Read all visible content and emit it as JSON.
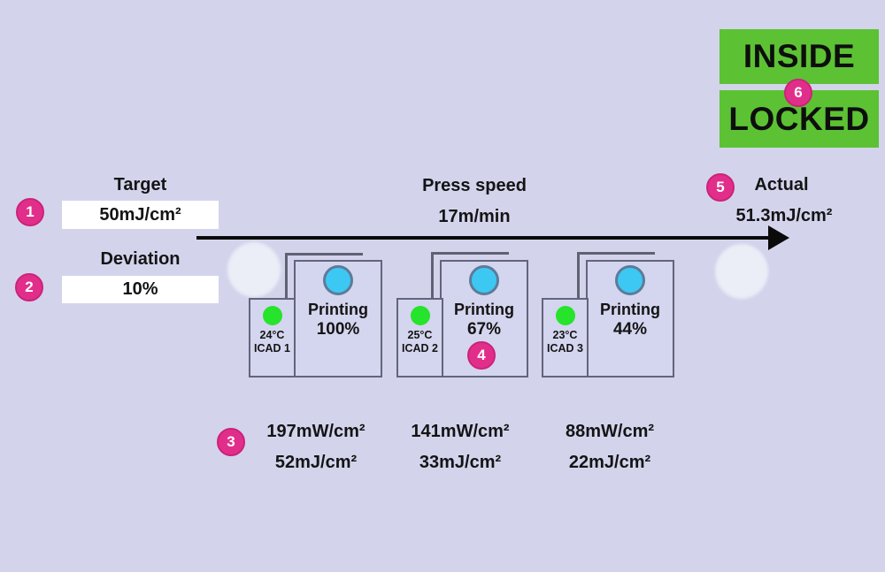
{
  "colors": {
    "background": "#d3d4ec",
    "callout_pink": "#e22e8b",
    "status_green": "#5cc234",
    "lamp_cyan": "#3cc8f2",
    "led_green": "#26e32b"
  },
  "callouts": {
    "c1": "1",
    "c2": "2",
    "c3": "3",
    "c4": "4",
    "c5": "5",
    "c6": "6"
  },
  "target": {
    "label": "Target",
    "value": "50mJ/cm²"
  },
  "deviation": {
    "label": "Deviation",
    "value": "10%"
  },
  "press_speed": {
    "label": "Press speed",
    "value": "17m/min"
  },
  "actual": {
    "label": "Actual",
    "value": "51.3mJ/cm²"
  },
  "status": {
    "top": "INSIDE",
    "bottom": "LOCKED"
  },
  "units": [
    {
      "printing_label": "Printing",
      "percent": "100%",
      "temp": "24°C",
      "name": "ICAD 1",
      "irradiance": "197mW/cm²",
      "dose": "52mJ/cm²"
    },
    {
      "printing_label": "Printing",
      "percent": "67%",
      "temp": "25°C",
      "name": "ICAD 2",
      "irradiance": "141mW/cm²",
      "dose": "33mJ/cm²"
    },
    {
      "printing_label": "Printing",
      "percent": "44%",
      "temp": "23°C",
      "name": "ICAD 3",
      "irradiance": "88mW/cm²",
      "dose": "22mJ/cm²"
    }
  ]
}
